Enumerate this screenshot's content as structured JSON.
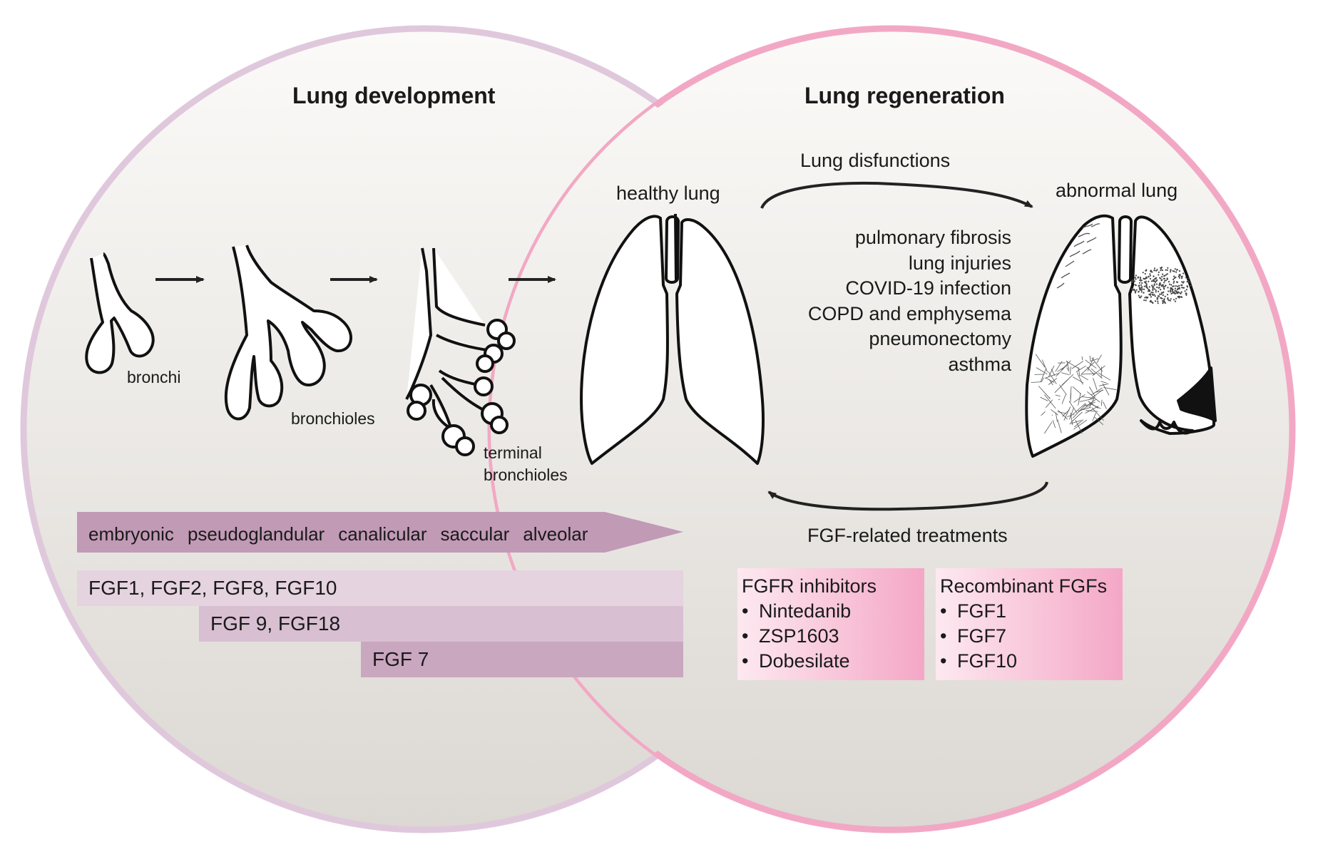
{
  "colors": {
    "left_outline": "#e0c8dc",
    "right_outline": "#f2a8c4",
    "bg_top": "#fbfaf8",
    "bg_bottom": "#dcd8d3",
    "stage_bar": "#c19ab6",
    "fgf_row_1": "#e5d3df",
    "fgf_row_2": "#d8bfd2",
    "fgf_row_3": "#c9a7bf",
    "box_light": "#fde9f0",
    "box_dark": "#f4a7c6"
  },
  "development": {
    "title": "Lung development",
    "branch_labels": {
      "bronchi": "bronchi",
      "bronchioles": "bronchioles",
      "terminal_1": "terminal",
      "terminal_2": "bronchioles"
    },
    "stages": [
      "embryonic",
      "pseudoglandular",
      "canalicular",
      "saccular",
      "alveolar"
    ],
    "fgf_rows": [
      "FGF1, FGF2, FGF8, FGF10",
      "FGF 9, FGF18",
      "FGF 7"
    ]
  },
  "regeneration": {
    "title": "Lung regeneration",
    "healthy_label": "healthy lung",
    "abnormal_label": "abnormal lung",
    "dysfunction_label": "Lung disfunctions",
    "dysfunctions": [
      "pulmonary fibrosis",
      "lung injuries",
      "COVID-19 infection",
      "COPD and emphysema",
      "pneumonectomy",
      "asthma"
    ],
    "treatments_label": "FGF-related treatments",
    "inhibitors": {
      "title": "FGFR inhibitors",
      "items": [
        "Nintedanib",
        "ZSP1603",
        "Dobesilate"
      ]
    },
    "recombinant": {
      "title": "Recombinant FGFs",
      "items": [
        "FGF1",
        "FGF7",
        "FGF10"
      ]
    }
  }
}
